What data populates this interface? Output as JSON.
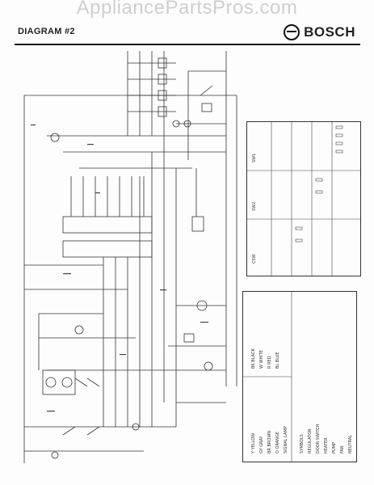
{
  "watermark": "AppliancePartsPros.com",
  "header": {
    "diagram_label": "DIAGRAM #2",
    "brand": "BOSCH"
  },
  "switch_table": {
    "switches": [
      "SW1",
      "SW2",
      "CSW"
    ]
  },
  "legend": {
    "items": [
      "SYMBOLS",
      "REGULATOR",
      "DOOR SWITCH",
      "HEATER",
      "PUMP",
      "FAN",
      "NEUTRAL",
      "SIGNAL LAMP"
    ]
  },
  "wire_colors": {
    "items": [
      "BK BLACK",
      "W WHITE",
      "R RED",
      "BL BLUE",
      "Y YELLOW",
      "GY GRAY",
      "BR BROWN",
      "O ORANGE"
    ]
  },
  "colors": {
    "ink": "#222222",
    "paper": "#fdfdfd"
  }
}
